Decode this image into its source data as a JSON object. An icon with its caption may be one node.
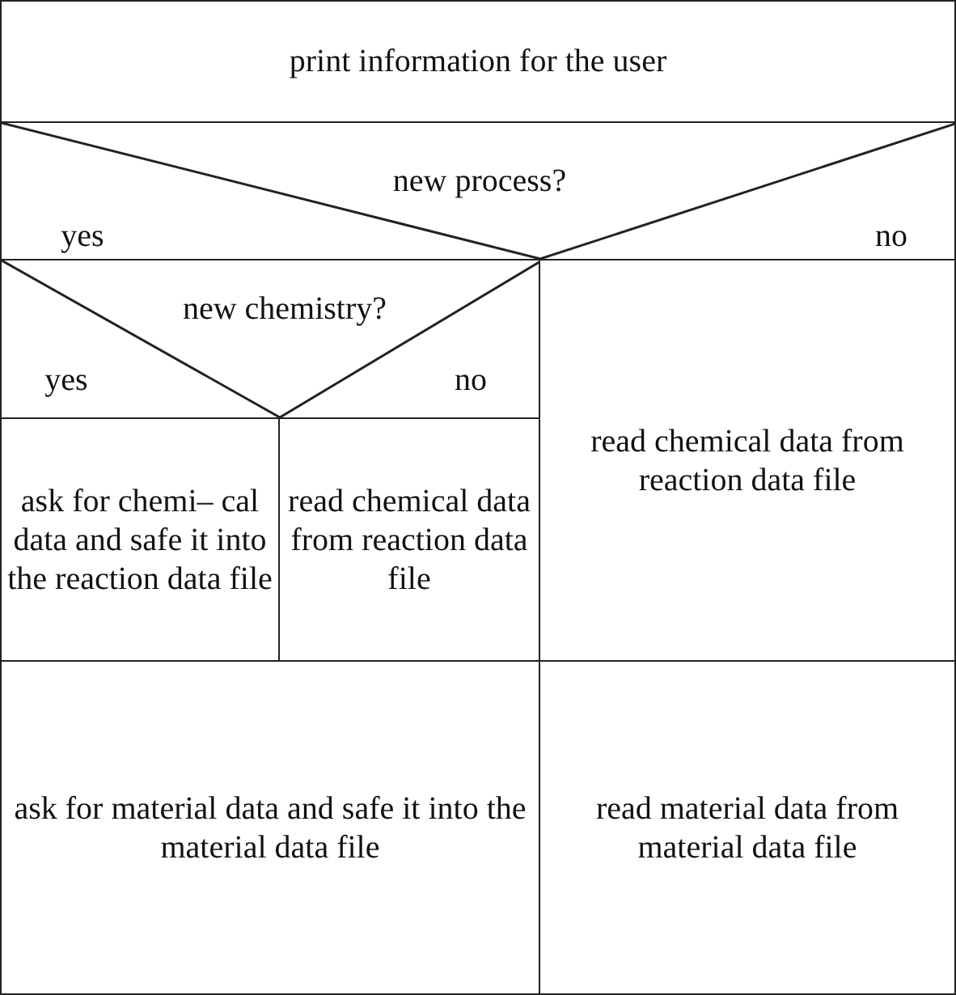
{
  "diagram": {
    "nodes": [
      {
        "text": [
          "print information for the user"
        ]
      },
      {
        "text": [
          "new process?",
          "yes",
          "no"
        ]
      },
      {
        "text": [
          "new chemistry?",
          "yes",
          "no"
        ]
      },
      {
        "text": [
          "ask for chemi– cal data and safe it into the reaction data file"
        ]
      },
      {
        "text": [
          "read chemical data from reaction data file"
        ]
      },
      {
        "text": [
          "read chemical data from reaction data file"
        ]
      },
      {
        "text": [
          "ask for material data and safe it into the material data file"
        ]
      },
      {
        "text": [
          "read material data from material data file"
        ]
      }
    ]
  }
}
